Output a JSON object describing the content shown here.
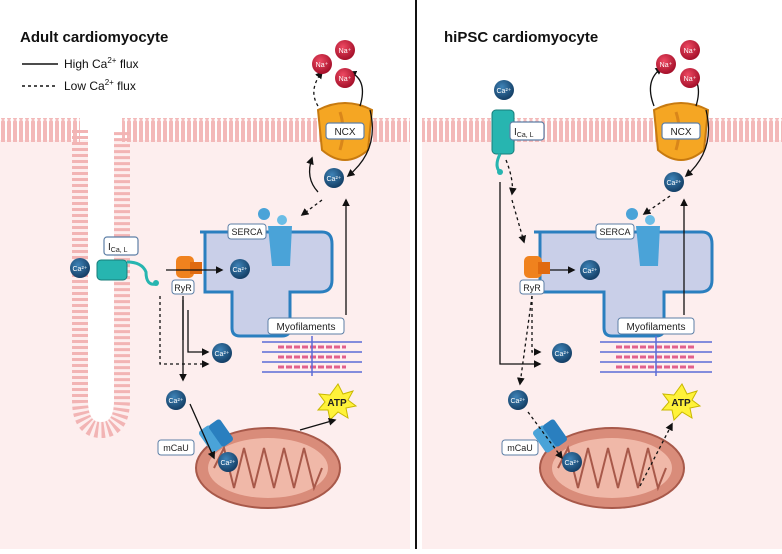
{
  "panels": {
    "adult": {
      "title": "Adult cardiomyocyte"
    },
    "hipsc": {
      "title": "hiPSC cardiomyocyte"
    }
  },
  "legend": {
    "high_prefix": "High Ca",
    "high_sup": "2+",
    "high_suffix": " flux",
    "low_prefix": "Low Ca",
    "low_sup": "2+",
    "low_suffix": " flux"
  },
  "labels": {
    "ica_main": "I",
    "ica_sub": "Ca, L",
    "ryr": "RyR",
    "serca": "SERCA",
    "ncx": "NCX",
    "myofilaments": "Myofilaments",
    "mcau": "mCaU",
    "atp": "ATP"
  },
  "ions": {
    "ca": "Ca²⁺",
    "na": "Na⁺"
  },
  "colors": {
    "cytoplasm": "#fdeeee",
    "membrane": "#f2b8b8",
    "ca_ion": "#1e5b8c",
    "na_ion": "#d01e3c",
    "ncx": "#f5a623",
    "sr": "#c9cfe8",
    "channel": "#27b5b0",
    "ryr": "#f0821e",
    "serca": "#4aa3d8",
    "mito": "#d98c7a",
    "atp": "#fff23a"
  }
}
